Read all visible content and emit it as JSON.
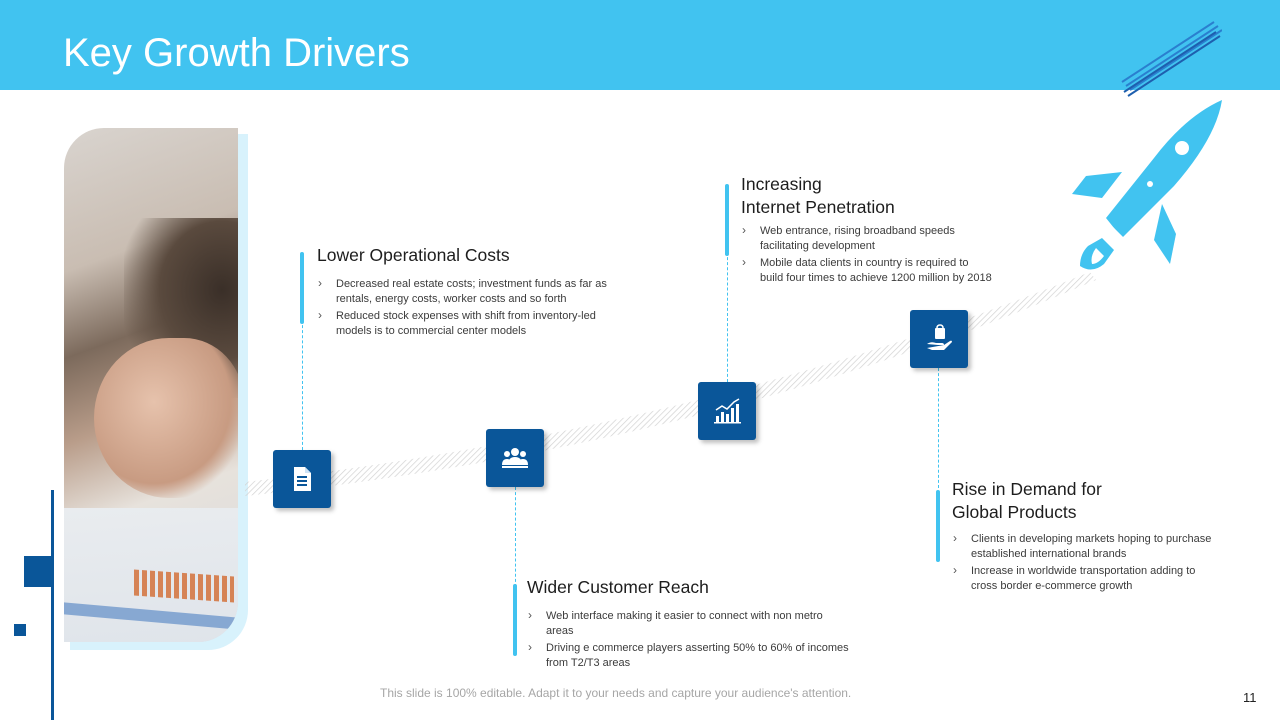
{
  "slide": {
    "title": "Key Growth Drivers",
    "footer_note": "This slide is 100% editable. Adapt it to your needs and capture your audience's attention.",
    "page_number": "11"
  },
  "colors": {
    "header": "#41c3f0",
    "accent": "#41c3f0",
    "node": "#0a5699"
  },
  "drivers": [
    {
      "icon": "document-icon",
      "title": "Lower Operational Costs",
      "bullets": [
        "Decreased real estate costs; investment funds as far as rentals, energy costs, worker costs and so forth",
        "Reduced stock expenses with shift from inventory-led models is to commercial center models"
      ]
    },
    {
      "icon": "team-icon",
      "title": "Wider Customer Reach",
      "bullets": [
        "Web interface making it easier to connect with non metro areas",
        "Driving e commerce players asserting 50% to 60% of incomes from T2/T3 areas"
      ]
    },
    {
      "icon": "growth-chart-icon",
      "title_line1": "Increasing",
      "title_line2": "Internet Penetration",
      "bullets": [
        "Web entrance, rising broadband speeds facilitating development",
        "Mobile data clients in country is required to build four times to achieve 1200 million by 2018"
      ]
    },
    {
      "icon": "hand-shopping-bag-icon",
      "title_line1": "Rise in Demand for",
      "title_line2": "Global Products",
      "bullets": [
        "Clients in developing markets hoping to purchase established international brands",
        "Increase in worldwide transportation adding to cross border e-commerce growth"
      ]
    }
  ]
}
